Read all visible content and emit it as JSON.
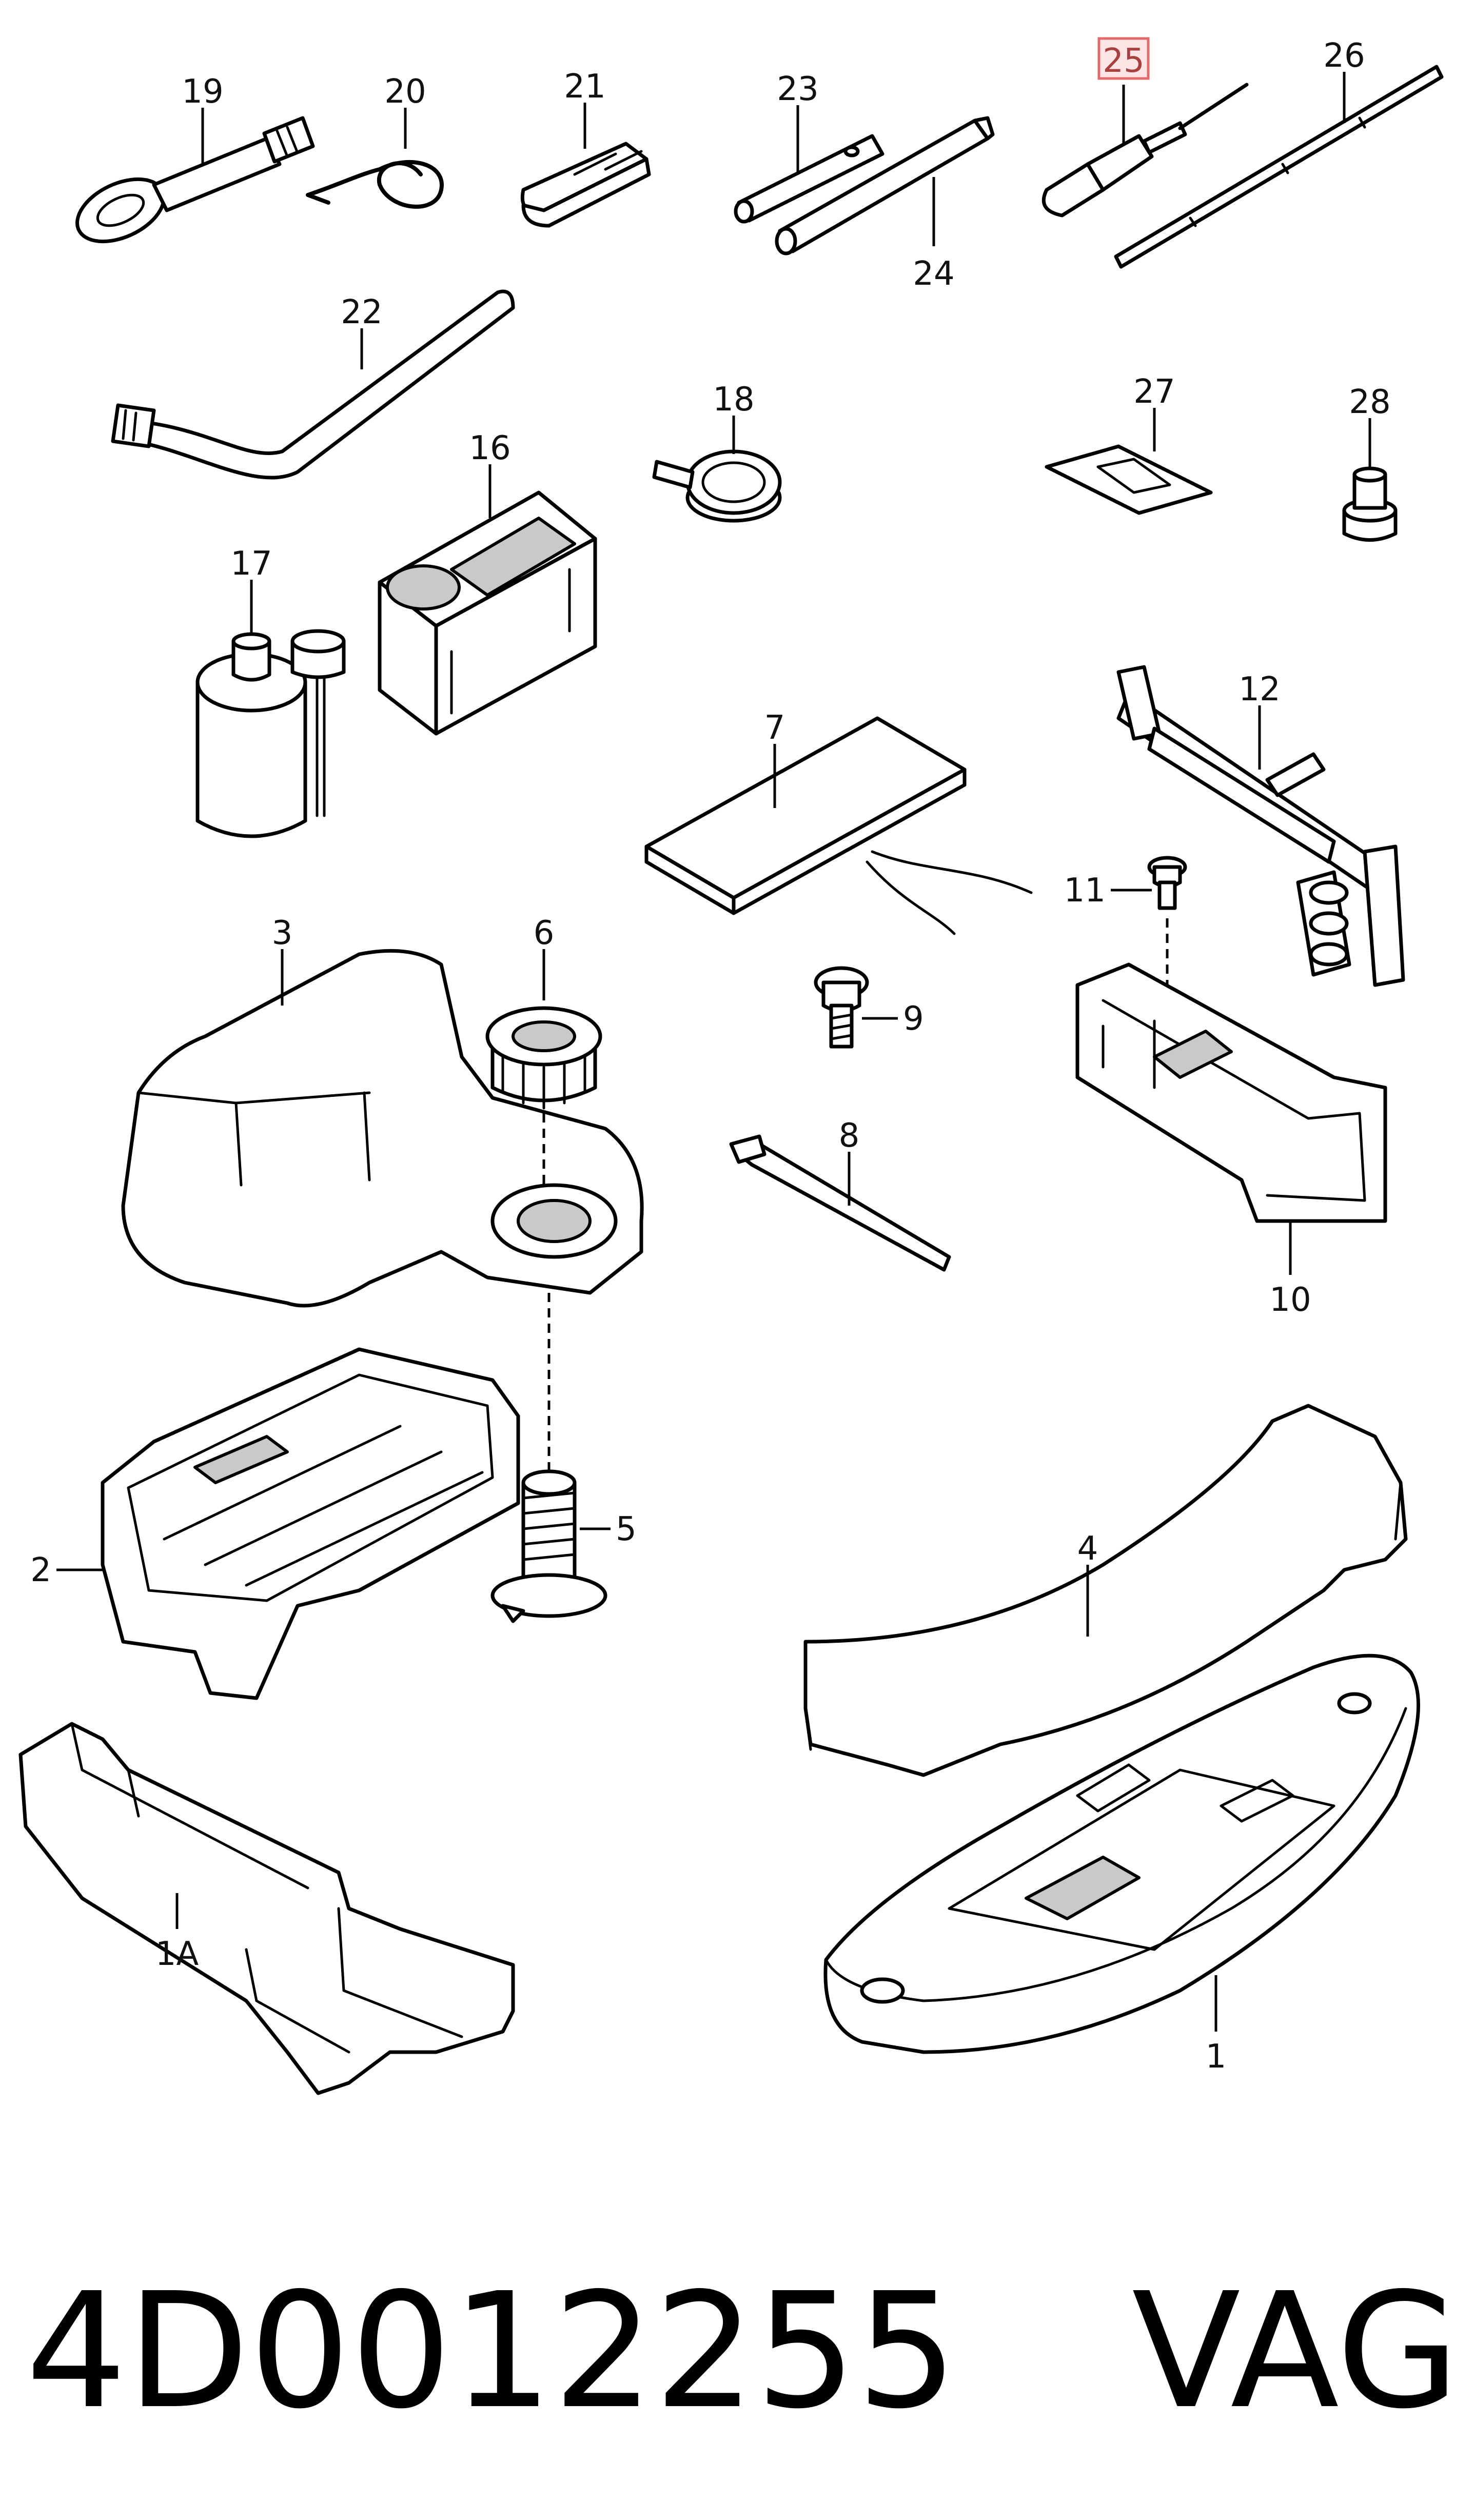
{
  "callouts": [
    "19",
    "20",
    "21",
    "23",
    "25",
    "26",
    "22",
    "24",
    "18",
    "27",
    "28",
    "16",
    "17",
    "12",
    "7",
    "11",
    "3",
    "6",
    "9",
    "8",
    "10",
    "2",
    "5",
    "4",
    "1A",
    "1"
  ],
  "highlighted_callout": "25",
  "part_number": "4D0012255",
  "brand": "VAG",
  "colors": {
    "line": "#000000",
    "highlight_fill": "#fde5e5",
    "highlight_border": "#e26a6a"
  }
}
